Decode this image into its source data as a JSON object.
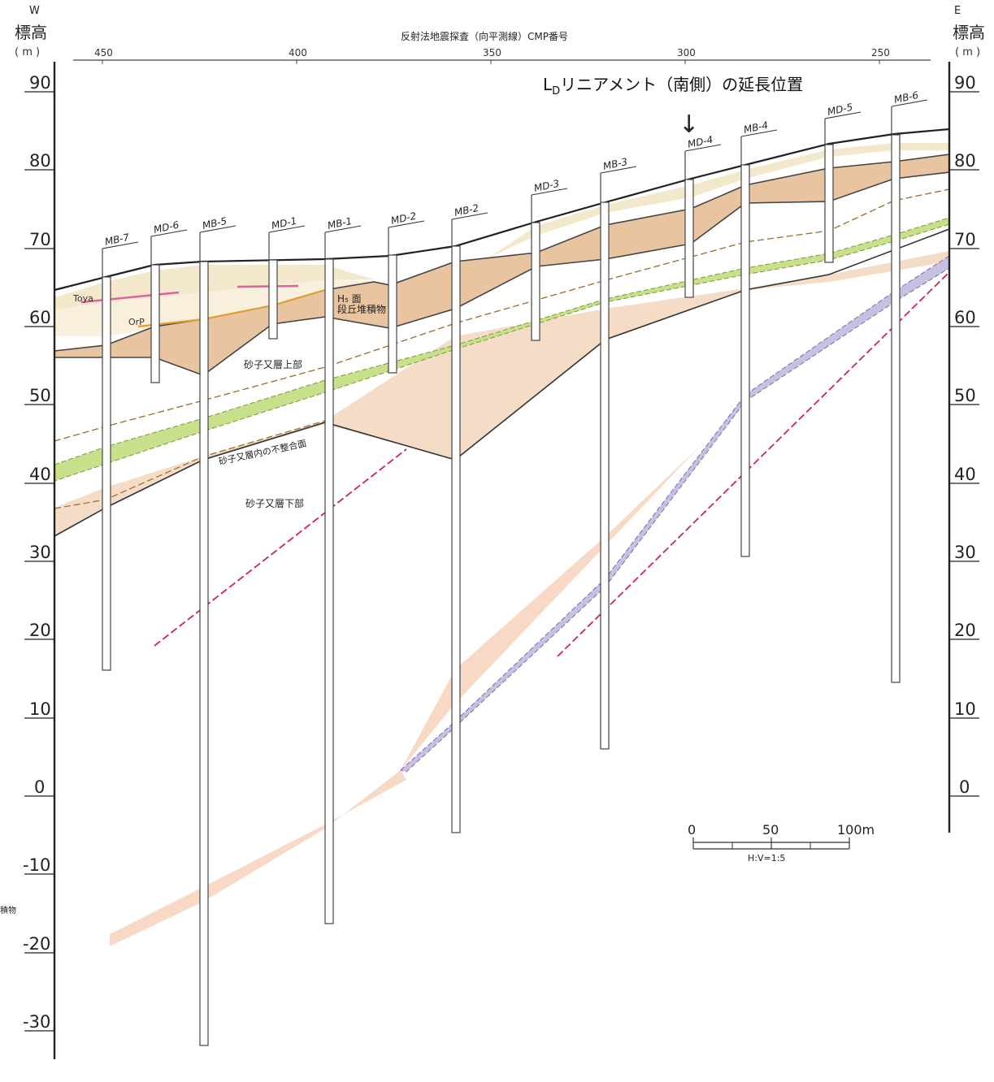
{
  "header": {
    "west_letter": "W",
    "east_letter": "E",
    "left_axis_title": "標高",
    "right_axis_title": "標高",
    "axis_unit": "( m )",
    "cmp_axis_title": "反射法地震探査（向平測線）CMP番号"
  },
  "cmp_ticks": [
    "450",
    "400",
    "350",
    "300",
    "250"
  ],
  "elevation_ticks": [
    "90",
    "80",
    "70",
    "60",
    "50",
    "40",
    "30",
    "20",
    "10",
    "0",
    "-10",
    "-20",
    "-30"
  ],
  "right_elevation_ticks": [
    "90",
    "80",
    "70",
    "60",
    "50",
    "40",
    "30",
    "20",
    "10",
    "0"
  ],
  "boreholes": [
    "MB-7",
    "MD-6",
    "MB-5",
    "MD-1",
    "MB-1",
    "MD-2",
    "MB-2",
    "MD-3",
    "MB-3",
    "MD-4",
    "MB-4",
    "MD-5",
    "MB-6"
  ],
  "annotations": {
    "lineament_prefix": "L",
    "lineament_sub": "D",
    "lineament_text": "リニアメント（南側）の延長位置",
    "arrow": "↓",
    "toya": "Toya",
    "orp": "OrP",
    "h5_surface": "H₅ 面",
    "terrace_deposit": "段丘堆積物",
    "sunakomata_upper": "砂子又層上部",
    "unconformity": "砂子又層内の不整合面",
    "sunakomata_lower": "砂子又層下部",
    "cut_edge": "積物"
  },
  "scale_bar": {
    "labels": [
      "0",
      "50",
      "100m"
    ],
    "ratio": "H:V=1:5"
  },
  "colors": {
    "terrace": "#e8c4a0",
    "tephra_beige": "#f3e6c6",
    "green_layer": "#c8e08a",
    "pink_band": "#f6d2bc",
    "purple_band": "#c8c0e0",
    "fault_red": "#d0206a",
    "pink_line": "#e060a0"
  }
}
